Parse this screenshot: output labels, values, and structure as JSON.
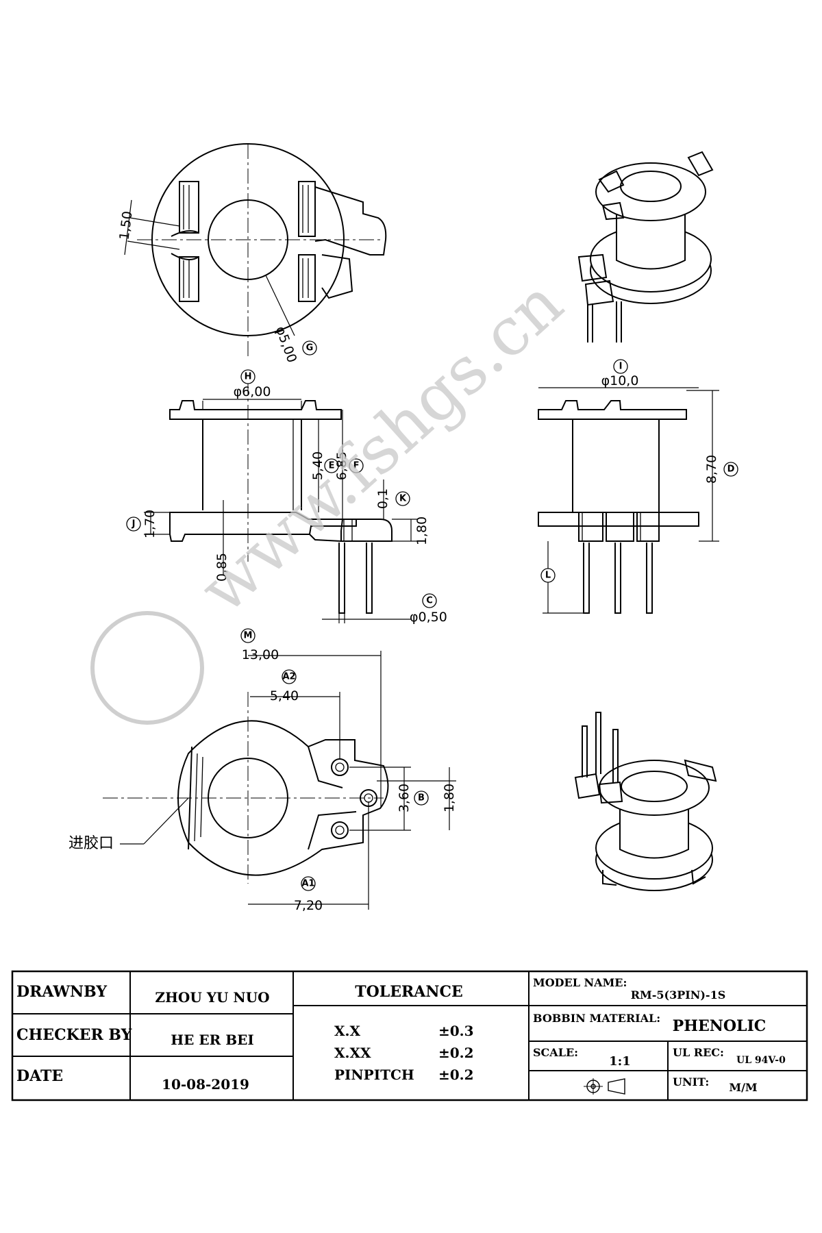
{
  "dimensions": {
    "d1": "1,50",
    "d2": "φ5,00",
    "d3": "φ6,00",
    "d4": "5,40",
    "d5": "6,85",
    "d6": "0,1",
    "d7": "1,80",
    "d8": "1,70",
    "d9": "0,85",
    "d10": "φ0,50",
    "d11": "φ10,0",
    "d12": "8,70",
    "d13": "13,00",
    "d14": "5,40",
    "d15": "3,60",
    "d16": "1,80",
    "d17": "7,20"
  },
  "tags": {
    "G": "G",
    "H": "H",
    "I": "I",
    "E": "E",
    "F": "F",
    "K": "K",
    "J": "J",
    "D": "D",
    "C": "C",
    "L": "L",
    "M": "M",
    "A2": "A2",
    "B": "B",
    "A1": "A1"
  },
  "callout": "进胶口",
  "watermark": "www.fshgs.cn",
  "title_block": {
    "drawn_by_label": "DRAWNBY",
    "drawn_by": "ZHOU YU NUO",
    "checker_label": "CHECKER BY",
    "checker": "HE ER BEI",
    "date_label": "DATE",
    "date": "10-08-2019",
    "tolerance_label": "TOLERANCE",
    "tol_rows": [
      {
        "name": "X.X",
        "value": "±0.3"
      },
      {
        "name": "X.XX",
        "value": "±0.2"
      },
      {
        "name": "PINPITCH",
        "value": "±0.2"
      }
    ],
    "model_label": "MODEL NAME:",
    "model": "RM-5(3PIN)-1S",
    "material_label": "BOBBIN MATERIAL:",
    "material": "PHENOLIC",
    "scale_label": "SCALE:",
    "scale": "1:1",
    "ul_label": "UL REC:",
    "ul": "UL 94V-0",
    "unit_label": "UNIT:",
    "unit": "M/M"
  }
}
